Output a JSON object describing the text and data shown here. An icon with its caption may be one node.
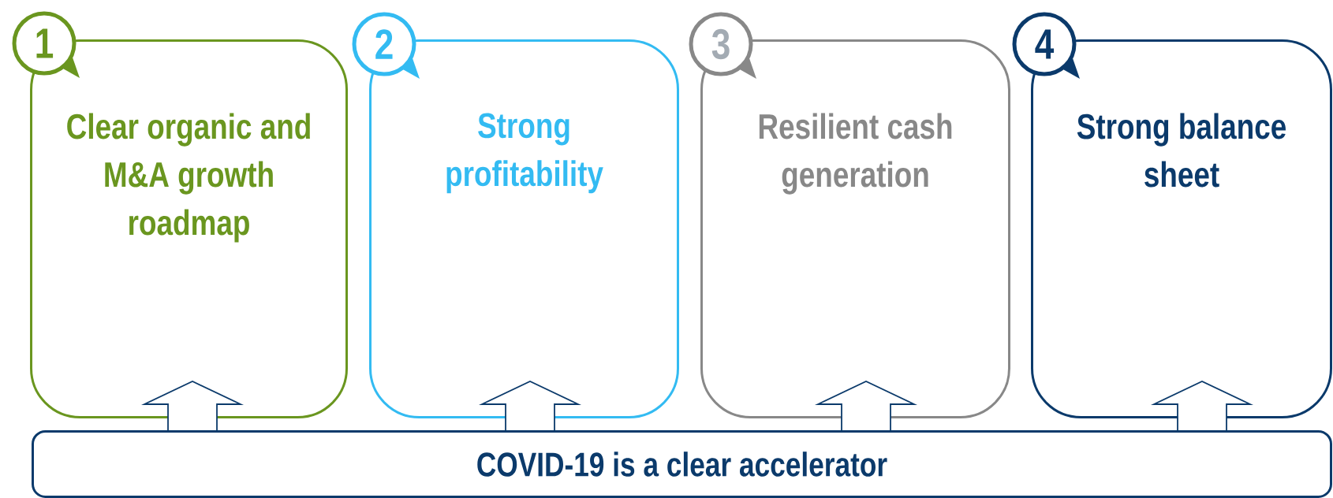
{
  "diagram": {
    "nodes": [
      {
        "text": [
          "1"
        ]
      },
      {
        "text": [
          "Clear organic and M&A growth roadmap"
        ]
      },
      {
        "text": [
          "2"
        ]
      },
      {
        "text": [
          "Strong profitability"
        ]
      },
      {
        "text": [
          "3"
        ]
      },
      {
        "text": [
          "Resilient cash generation"
        ]
      },
      {
        "text": [
          "4"
        ]
      },
      {
        "text": [
          "Strong balance sheet"
        ]
      },
      {
        "text": [
          "COVID-19 is a clear accelerator"
        ]
      }
    ],
    "edges": [
      {
        "from": 8,
        "to": 1,
        "arrow": "to"
      },
      {
        "from": 8,
        "to": 3,
        "arrow": "to"
      },
      {
        "from": 8,
        "to": 5,
        "arrow": "to"
      },
      {
        "from": 8,
        "to": 7,
        "arrow": "to"
      }
    ]
  }
}
